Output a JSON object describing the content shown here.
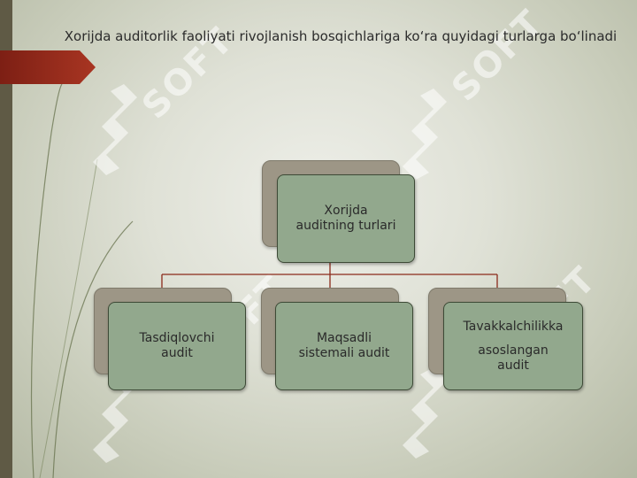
{
  "slide": {
    "title": "Xorijda auditorlik faoliyati rivojlanish bosqichlariga ko‘ra quyidagi turlarga bo‘linadi"
  },
  "diagram": {
    "root": {
      "line1": "Xorijda",
      "line2": "auditning turlari"
    },
    "children": [
      {
        "line1": "Tasdiqlovchi",
        "line2": "audit"
      },
      {
        "line1": "Maqsadli",
        "line2": "sistemali audit"
      },
      {
        "line1": "Tavakkalchilikka",
        "line2": "asoslangan",
        "line3": "audit"
      }
    ]
  },
  "watermark": {
    "text": "SOFT"
  },
  "colors": {
    "box_fill": "#92a88d",
    "box_back": "#9d9686",
    "connector": "#8b2a1a",
    "accent_tab": "#a83522",
    "left_bar": "#5f5a45"
  }
}
